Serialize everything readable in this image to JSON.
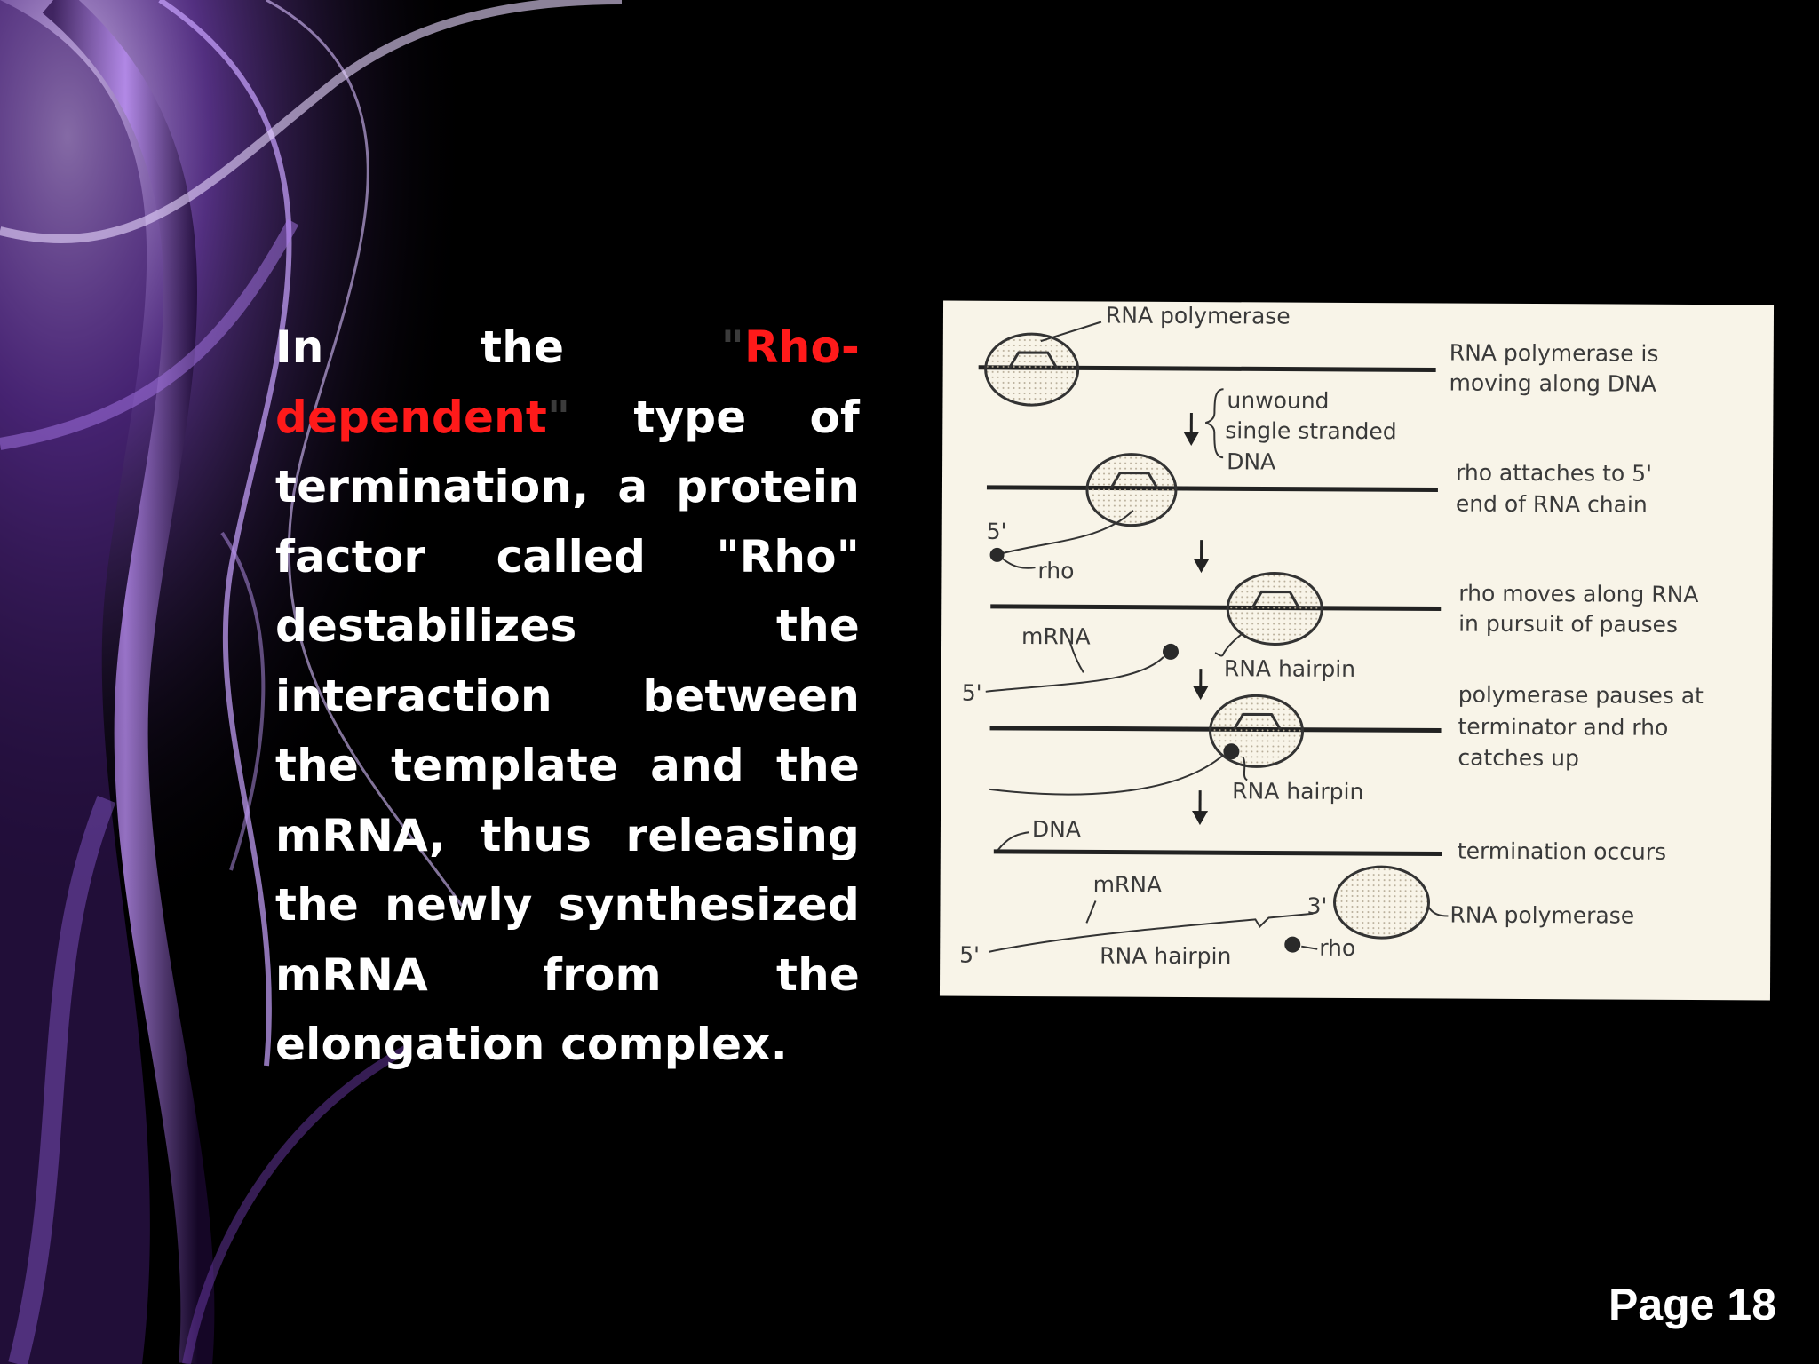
{
  "slide": {
    "body": {
      "intro": "In the ",
      "quote_open": "\"",
      "highlight": "Rho-dependent",
      "quote_close": "\"",
      "rest": " type of termination, a protein factor called \"Rho\" destabilizes the interaction between the template and the mRNA, thus releasing the newly synthesized mRNA from the elongation complex."
    },
    "page_label": "Page 18",
    "colors": {
      "background": "#000000",
      "text": "#ffffff",
      "accent": "#ff1a1a",
      "swirl": "#b07ee8"
    }
  },
  "diagram": {
    "labels": {
      "rna_polymerase_top": "RNA polymerase",
      "unwound": "unwound",
      "single_stranded": "single stranded",
      "dna_bracket": "DNA",
      "five_prime": "5'",
      "rho": "rho",
      "mrna": "mRNA",
      "rna_hairpin": "RNA hairpin",
      "dna": "DNA",
      "three_prime": "3'",
      "rna_polymerase": "RNA polymerase"
    },
    "steps": [
      {
        "line1": "RNA polymerase is",
        "line2": "moving along DNA"
      },
      {
        "line1": "rho attaches to 5'",
        "line2": "end of RNA chain"
      },
      {
        "line1": "rho moves along RNA",
        "line2": "in pursuit of pauses"
      },
      {
        "line1": "polymerase pauses at",
        "line2": "terminator and rho",
        "line3": "catches up"
      },
      {
        "line1": "termination occurs"
      }
    ]
  }
}
